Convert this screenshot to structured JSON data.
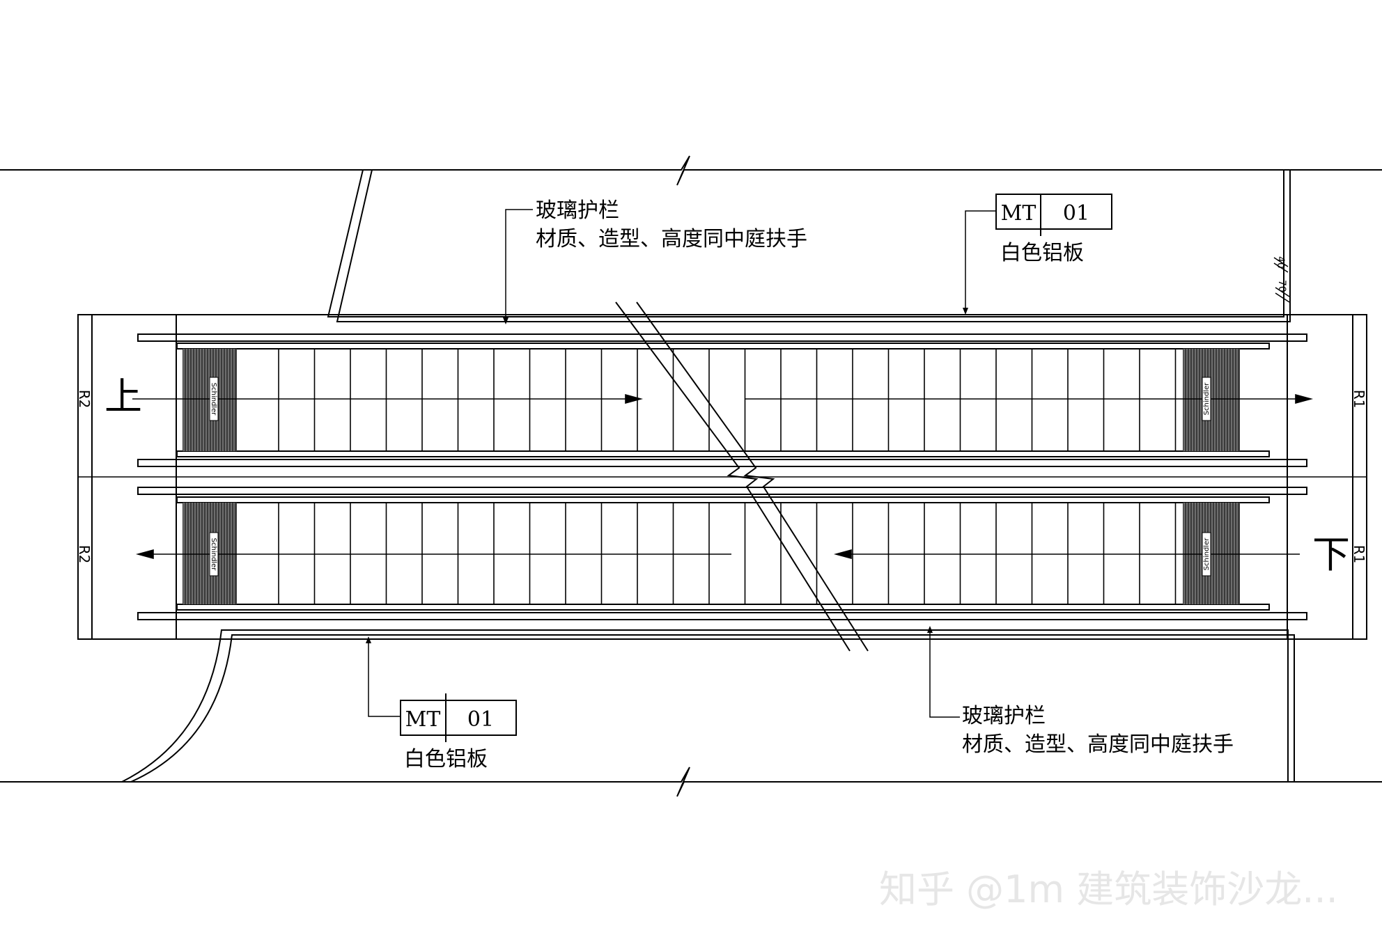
{
  "annotations": {
    "top_glass_title": "玻璃护栏",
    "top_glass_detail": "材质、造型、高度同中庭扶手",
    "bottom_glass_title": "玻璃护栏",
    "bottom_glass_detail": "材质、造型、高度同中庭扶手",
    "top_tag_code": "MT",
    "top_tag_num": "01",
    "top_tag_label": "白色铝板",
    "bottom_tag_code": "MT",
    "bottom_tag_num": "01",
    "bottom_tag_label": "白色铝板"
  },
  "labels": {
    "up": "上",
    "down": "下",
    "r2_top": "R2",
    "r2_bottom": "R2",
    "r1_top": "R1",
    "r1_bottom": "R1",
    "brand": "Schindler",
    "dim_a": "40",
    "dim_b": "70"
  },
  "watermark": "知乎 @1m 建筑装饰沙龙..."
}
